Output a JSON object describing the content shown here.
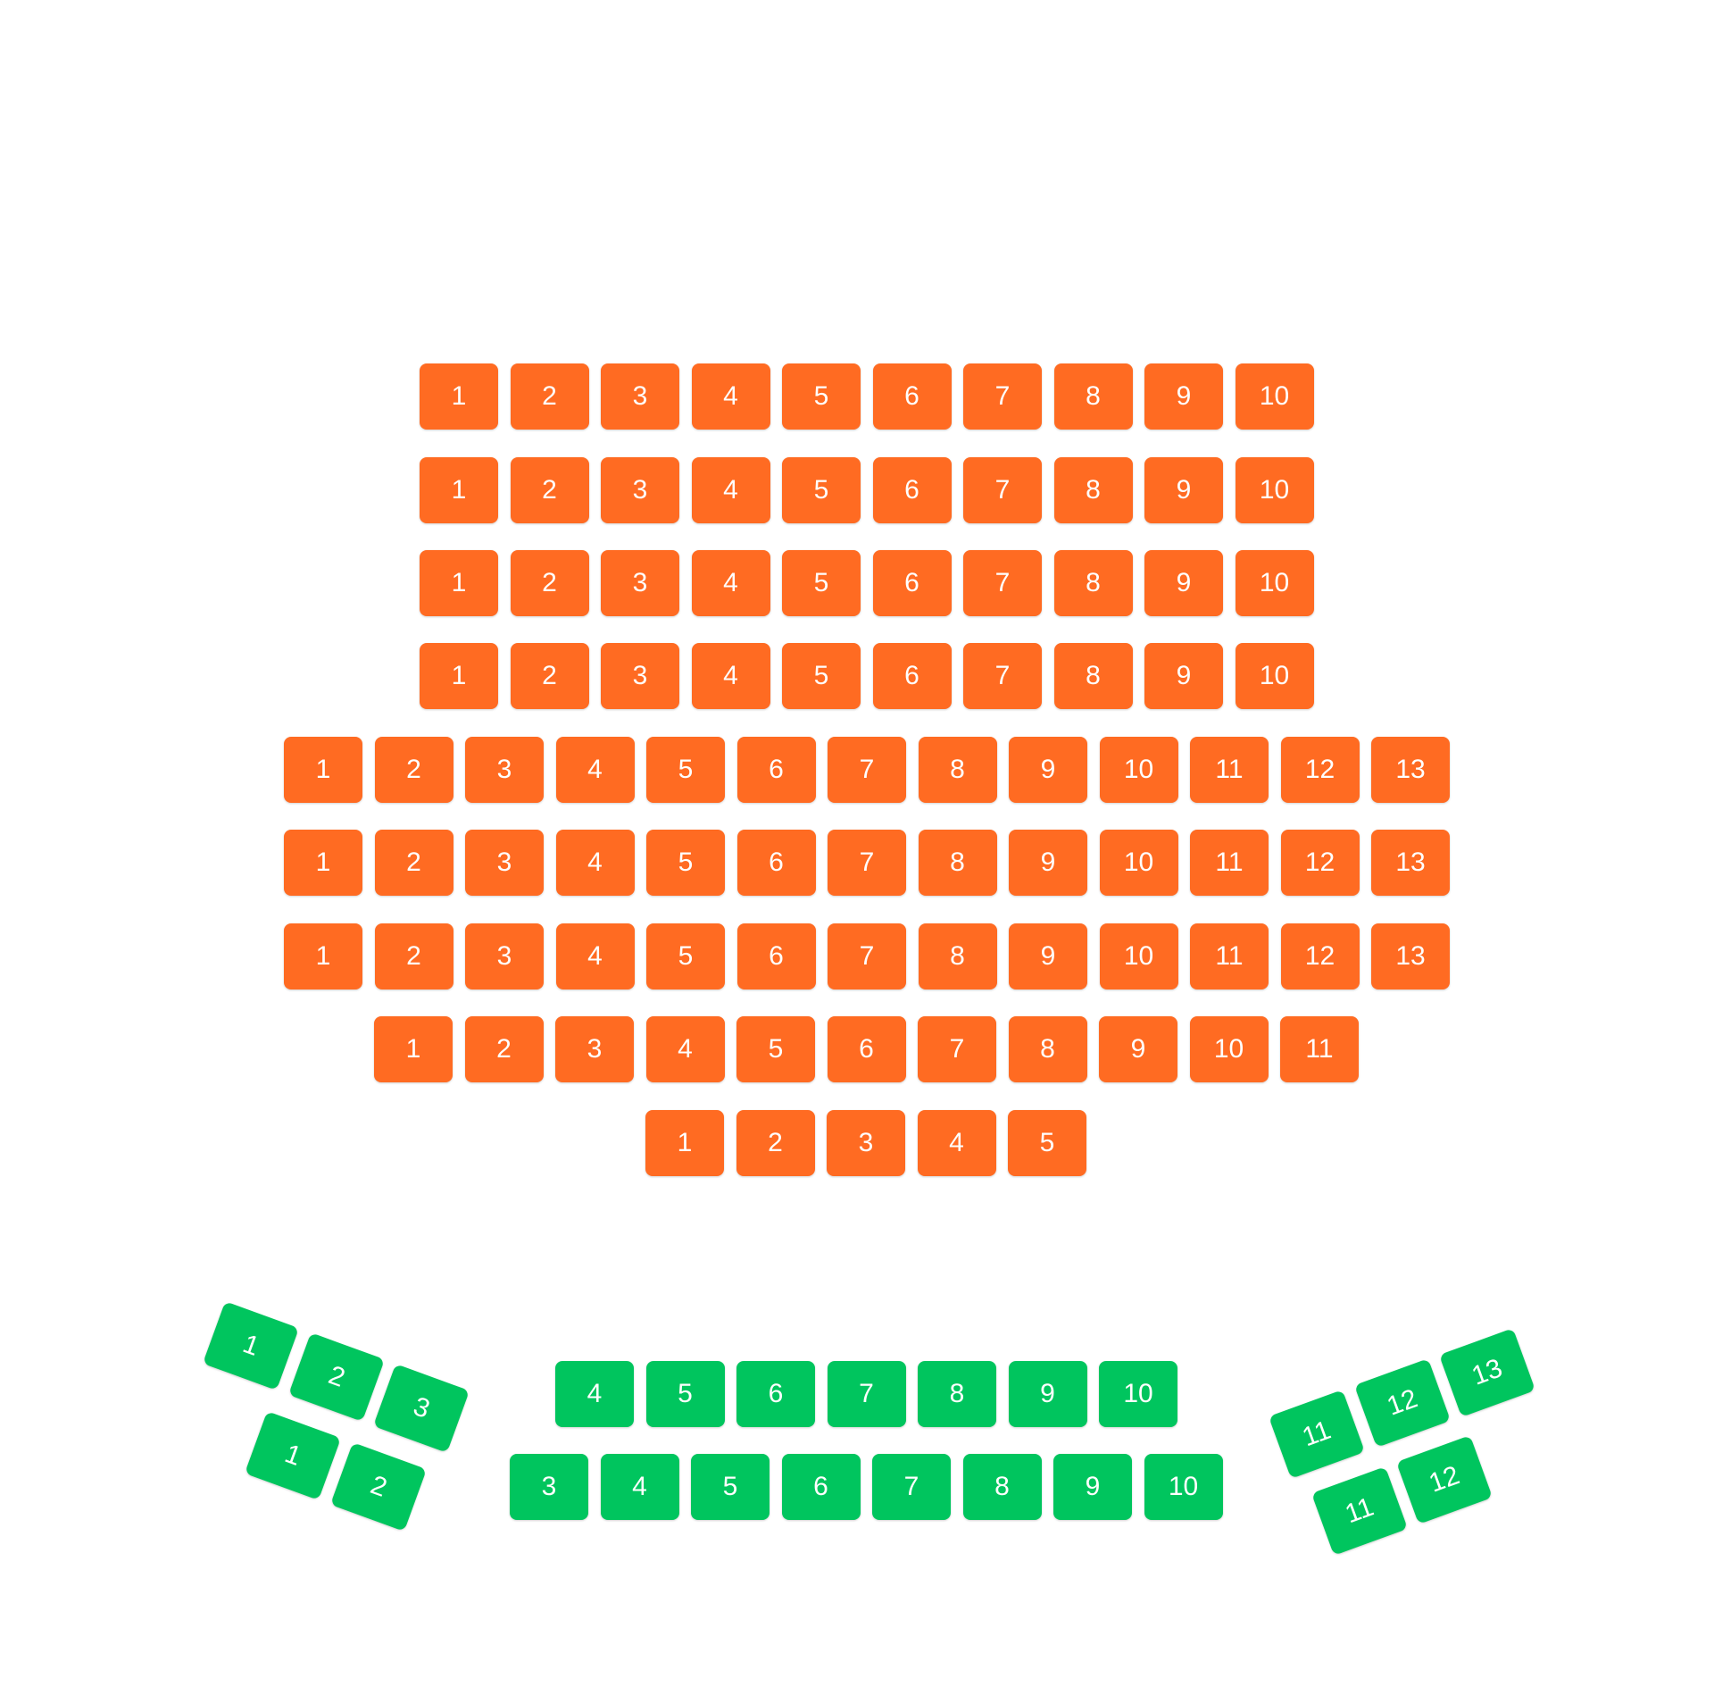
{
  "colors": {
    "orange": "#FF6B22",
    "green": "#00C55E"
  },
  "sections": [
    {
      "name": "orange-block",
      "color": "orange",
      "rows": [
        {
          "seats": [
            "1",
            "2",
            "3",
            "4",
            "5",
            "6",
            "7",
            "8",
            "9",
            "10"
          ]
        },
        {
          "seats": [
            "1",
            "2",
            "3",
            "4",
            "5",
            "6",
            "7",
            "8",
            "9",
            "10"
          ]
        },
        {
          "seats": [
            "1",
            "2",
            "3",
            "4",
            "5",
            "6",
            "7",
            "8",
            "9",
            "10"
          ]
        },
        {
          "seats": [
            "1",
            "2",
            "3",
            "4",
            "5",
            "6",
            "7",
            "8",
            "9",
            "10"
          ]
        },
        {
          "seats": [
            "1",
            "2",
            "3",
            "4",
            "5",
            "6",
            "7",
            "8",
            "9",
            "10",
            "11",
            "12",
            "13"
          ]
        },
        {
          "seats": [
            "1",
            "2",
            "3",
            "4",
            "5",
            "6",
            "7",
            "8",
            "9",
            "10",
            "11",
            "12",
            "13"
          ]
        },
        {
          "seats": [
            "1",
            "2",
            "3",
            "4",
            "5",
            "6",
            "7",
            "8",
            "9",
            "10",
            "11",
            "12",
            "13"
          ]
        },
        {
          "seats": [
            "1",
            "2",
            "3",
            "4",
            "5",
            "6",
            "7",
            "8",
            "9",
            "10",
            "11"
          ]
        },
        {
          "seats": [
            "1",
            "2",
            "3",
            "4",
            "5"
          ]
        }
      ]
    },
    {
      "name": "green-left",
      "color": "green",
      "rows": [
        {
          "seats": [
            "1",
            "2",
            "3"
          ]
        },
        {
          "seats": [
            "1",
            "2"
          ]
        }
      ]
    },
    {
      "name": "green-center",
      "color": "green",
      "rows": [
        {
          "seats": [
            "4",
            "5",
            "6",
            "7",
            "8",
            "9",
            "10"
          ]
        },
        {
          "seats": [
            "3",
            "4",
            "5",
            "6",
            "7",
            "8",
            "9",
            "10"
          ]
        }
      ]
    },
    {
      "name": "green-right",
      "color": "green",
      "rows": [
        {
          "seats": [
            "11",
            "12",
            "13"
          ]
        },
        {
          "seats": [
            "11",
            "12"
          ]
        }
      ]
    }
  ]
}
